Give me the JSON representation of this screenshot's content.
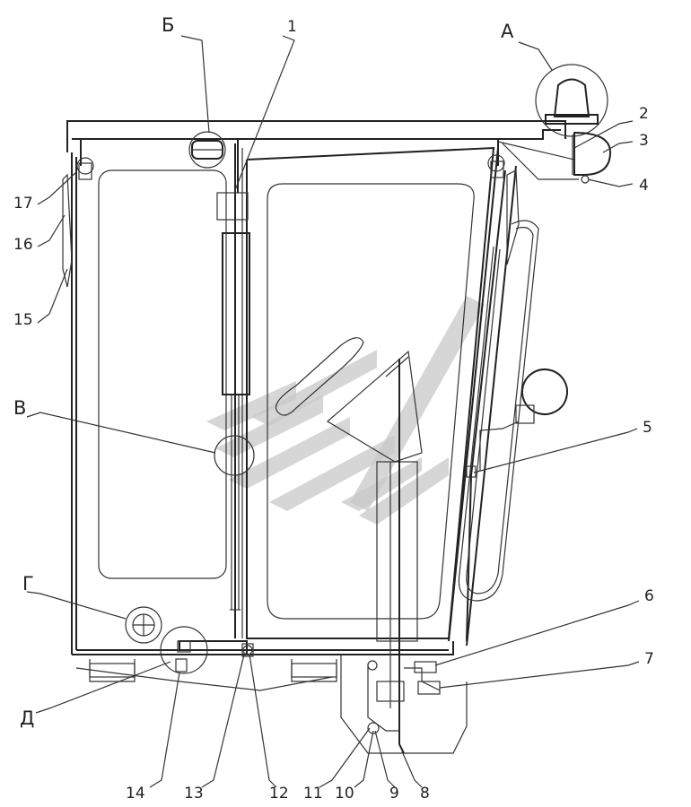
{
  "callouts": {
    "A": "А",
    "B": "Б",
    "V": "В",
    "G": "Г",
    "D": "Д",
    "n1": "1",
    "n2": "2",
    "n3": "3",
    "n4": "4",
    "n5": "5",
    "n6": "6",
    "n7": "7",
    "n8": "8",
    "n9": "9",
    "n10": "10",
    "n11": "11",
    "n12": "12",
    "n13": "13",
    "n14": "14",
    "n15": "15",
    "n16": "16",
    "n17": "17"
  }
}
